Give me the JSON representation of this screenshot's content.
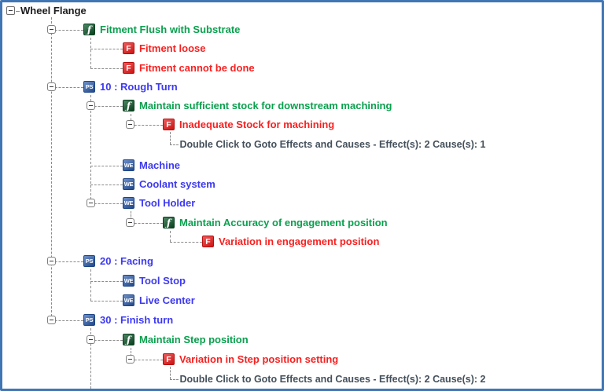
{
  "window": {
    "description": "FMEA structure tree editor pane",
    "palette": {
      "border_blue": "#4076b4",
      "root_text": "#1c1c1e",
      "function_green_text": "#0aa04e",
      "failure_red_text": "#f92020",
      "process_blue_text": "#3d39f2",
      "note_gray_text": "#44505b",
      "function_icon_green": "#0b5a2a",
      "failure_icon_red": "#e81515",
      "process_icon_blue": "#2a5cb0",
      "connector_gray": "#8a8a8a"
    }
  },
  "icons": {
    "function_glyph": "ƒ",
    "failure_glyph": "F",
    "process_glyph": "PS",
    "workelement_glyph": "WE"
  },
  "tree": {
    "continues_below": true,
    "rows": [
      {
        "type": "root",
        "level": 0,
        "label": "Wheel Flange",
        "expander": true
      },
      {
        "type": "function",
        "level": 1,
        "label": "Fitment Flush with Substrate",
        "expander": true
      },
      {
        "type": "failure",
        "level": 2,
        "label": "Fitment loose",
        "expander": false
      },
      {
        "type": "failure",
        "level": 2,
        "label": "Fitment cannot be done",
        "expander": false
      },
      {
        "type": "process",
        "level": 1,
        "label": "10 : Rough Turn",
        "expander": true
      },
      {
        "type": "function",
        "level": 2,
        "label": "Maintain sufficient stock for downstream machining",
        "expander": true
      },
      {
        "type": "failure",
        "level": 3,
        "label": "Inadequate Stock for machining",
        "expander": true
      },
      {
        "type": "note",
        "level": 3,
        "label": "Double Click to Goto Effects and Causes - Effect(s): 2 Cause(s): 1",
        "expander": false
      },
      {
        "type": "workelement",
        "level": 2,
        "label": "Machine",
        "expander": false
      },
      {
        "type": "workelement",
        "level": 2,
        "label": "Coolant system",
        "expander": false
      },
      {
        "type": "workelement",
        "level": 2,
        "label": "Tool Holder",
        "expander": true
      },
      {
        "type": "function",
        "level": 3,
        "label": "Maintain Accuracy of engagement position",
        "expander": true
      },
      {
        "type": "failure",
        "level": 4,
        "label": "Variation in engagement position",
        "expander": false
      },
      {
        "type": "process",
        "level": 1,
        "label": "20 : Facing",
        "expander": true
      },
      {
        "type": "workelement",
        "level": 2,
        "label": "Tool Stop",
        "expander": false
      },
      {
        "type": "workelement",
        "level": 2,
        "label": "Live Center",
        "expander": false
      },
      {
        "type": "process",
        "level": 1,
        "label": "30 : Finish turn",
        "expander": true,
        "cut_off": true
      },
      {
        "type": "function",
        "level": 2,
        "label": "Maintain Step position",
        "expander": true
      },
      {
        "type": "failure",
        "level": 3,
        "label": "Variation in Step position setting",
        "expander": true
      },
      {
        "type": "note",
        "level": 3,
        "label": "Double Click to Goto Effects and Causes - Effect(s): 2 Cause(s): 2",
        "expander": false
      }
    ]
  }
}
